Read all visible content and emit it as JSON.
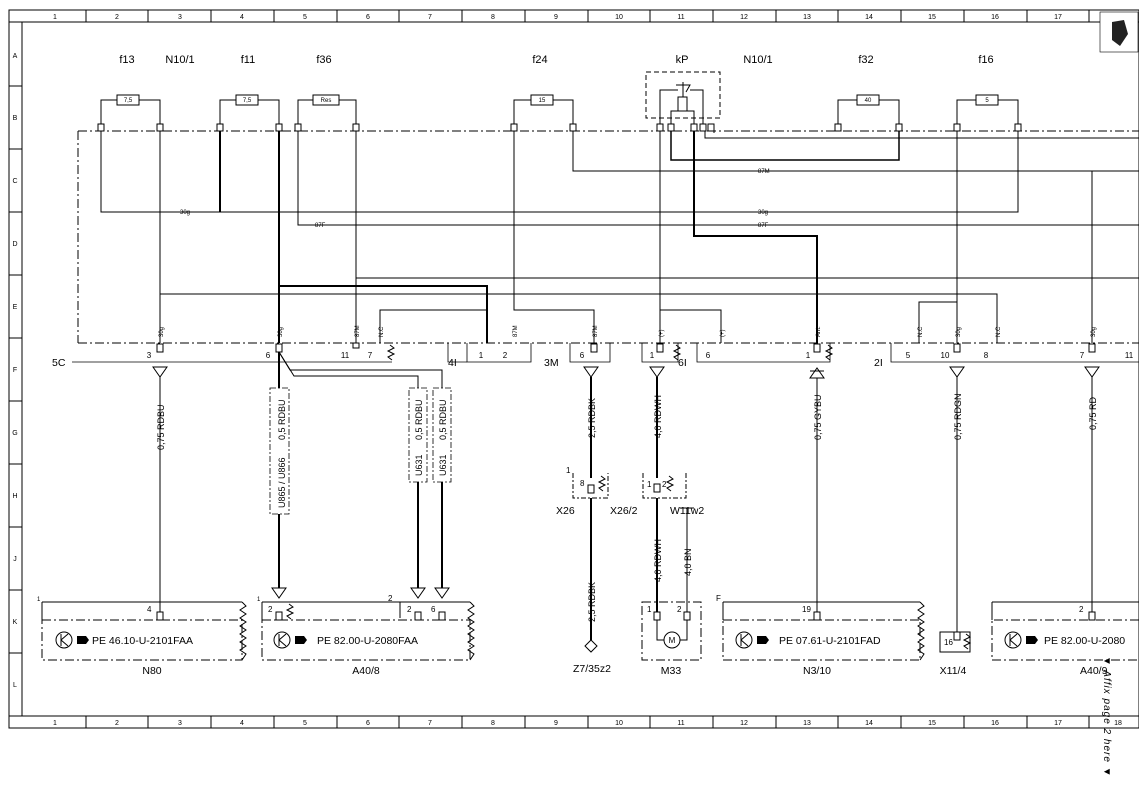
{
  "grid": {
    "columns": [
      "1",
      "2",
      "3",
      "4",
      "5",
      "6",
      "7",
      "8",
      "9",
      "10",
      "11",
      "12",
      "13",
      "14",
      "15",
      "16",
      "17",
      "18"
    ],
    "rows": [
      "A",
      "B",
      "C",
      "D",
      "E",
      "F",
      "G",
      "H",
      "J",
      "K",
      "L"
    ]
  },
  "fuses": [
    {
      "name": "f13",
      "rating": "7,5"
    },
    {
      "name": "f11",
      "rating": "7,5"
    },
    {
      "name": "f36",
      "rating": "Res"
    },
    {
      "name": "f24",
      "rating": "15"
    },
    {
      "name": "f32",
      "rating": "40"
    },
    {
      "name": "f16",
      "rating": "5"
    }
  ],
  "top_labels": {
    "n10_1_left": "N10/1",
    "relay": "kP",
    "n10_1_right": "N10/1"
  },
  "bus_labels": {
    "l30g_left": "30g",
    "l87f": "87F",
    "l87m": "87M",
    "l30g_right": "30g",
    "l87f_right": "87F"
  },
  "pin_labels": {
    "p30g_a": "30g",
    "p30g_b": "30g",
    "p87m_a": "87M",
    "pnc_a": "N.C",
    "p87m_b": "87M",
    "p87m_c": "87M",
    "pplus_a": "(+)",
    "pplus_b": "(+)",
    "pant": "Ant.",
    "pnc_b": "N.C",
    "p30g_c": "30g",
    "pnc_c": "N.C",
    "p30g_d": "30g"
  },
  "connectors": {
    "c5c": "5C",
    "c4i": "4I",
    "c3m": "3M",
    "c6i": "6I",
    "c2i": "2I"
  },
  "pins": {
    "f3": "3",
    "f6": "6",
    "f11": "11",
    "f7": "7",
    "f1a": "1",
    "f2a": "2",
    "f6b": "6",
    "f1b": "1",
    "f6c": "6",
    "f1c": "1",
    "f5": "5",
    "f10": "10",
    "f8": "8",
    "f7b": "7",
    "f11b": "11"
  },
  "wires": {
    "w1": "0,75 RDBU",
    "w2": "0,5 RDBU",
    "w3": "U865 / U866",
    "w4": "0,5 RDBU",
    "w5": "U631",
    "w6": "0,5 RDBU",
    "w7": "U631",
    "w8": "2,5 RDBK",
    "w9": "4,0 RDWH",
    "w10": "0,75 GYBU",
    "w11": "0,75 RDGN",
    "w12": "0,75 RD",
    "w13": "2,5 RDBK",
    "w14": "4,0 RDWH",
    "w15": "4,0 BN"
  },
  "x26": {
    "pin1": "1",
    "pin8": "8",
    "left": "X26",
    "right": "X26/2"
  },
  "w11w2": {
    "pin1": "1",
    "pin2": "2",
    "label": "W11w2"
  },
  "components": [
    {
      "name": "N80",
      "ref": "PE 46.10-U-2101FAA",
      "pin": "4",
      "corner": "1"
    },
    {
      "name": "A40/8",
      "ref": "PE 82.00-U-2080FAA",
      "pin_a": "2",
      "corner_a": "1",
      "corner_b": "2",
      "pin_b1": "2",
      "pin_b2": "6"
    },
    {
      "name": "M33",
      "pin1": "1",
      "pin2": "2",
      "motor": "M"
    },
    {
      "name": "N3/10",
      "ref": "PE 07.61-U-2101FAD",
      "pin": "19",
      "corner": "F"
    },
    {
      "name": "X11/4",
      "pin": "16"
    },
    {
      "name": "A40/9",
      "ref": "PE 82.00-U-2080",
      "pin": "2"
    }
  ],
  "z7": "Z7/35z2",
  "continuation": "▼ Affix page 2 here ▼"
}
